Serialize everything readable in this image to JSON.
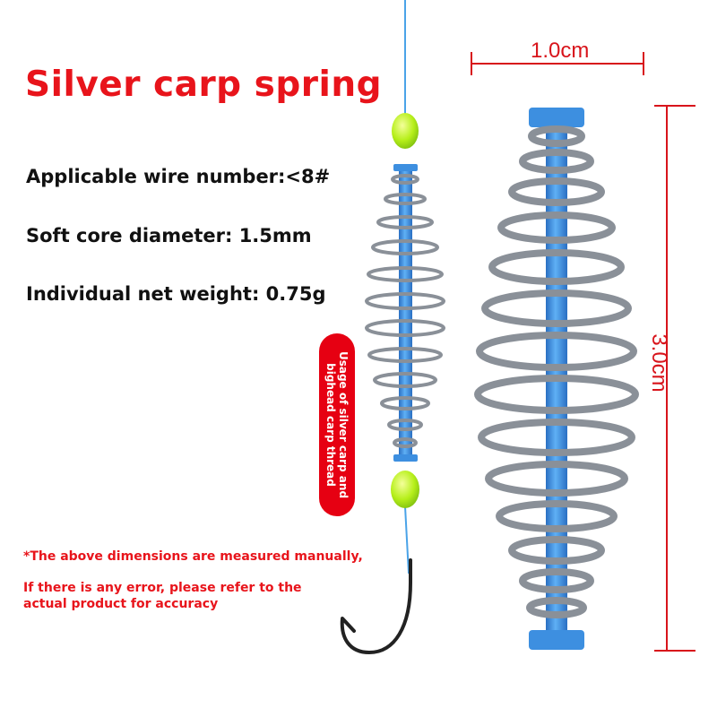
{
  "title": "Silver carp spring",
  "specs": {
    "wire_number": "Applicable wire number:<8#",
    "core_diameter": "Soft core diameter: 1.5mm",
    "net_weight": "Individual net weight: 0.75g"
  },
  "badge": {
    "line1": "Usage of silver carp and",
    "line2": "bighead carp thread"
  },
  "notes": {
    "line1": "*The above dimensions are measured manually,",
    "line2": "If there is any error, please refer to the",
    "line3": "actual product for accuracy"
  },
  "dimensions": {
    "width_label": "1.0cm",
    "height_label": "3.0cm"
  },
  "colors": {
    "accent_red": "#e8141b",
    "core_blue": "#3d8fe0",
    "bead_green": "#b6ef1a",
    "spring_steel": "#8a9098"
  }
}
